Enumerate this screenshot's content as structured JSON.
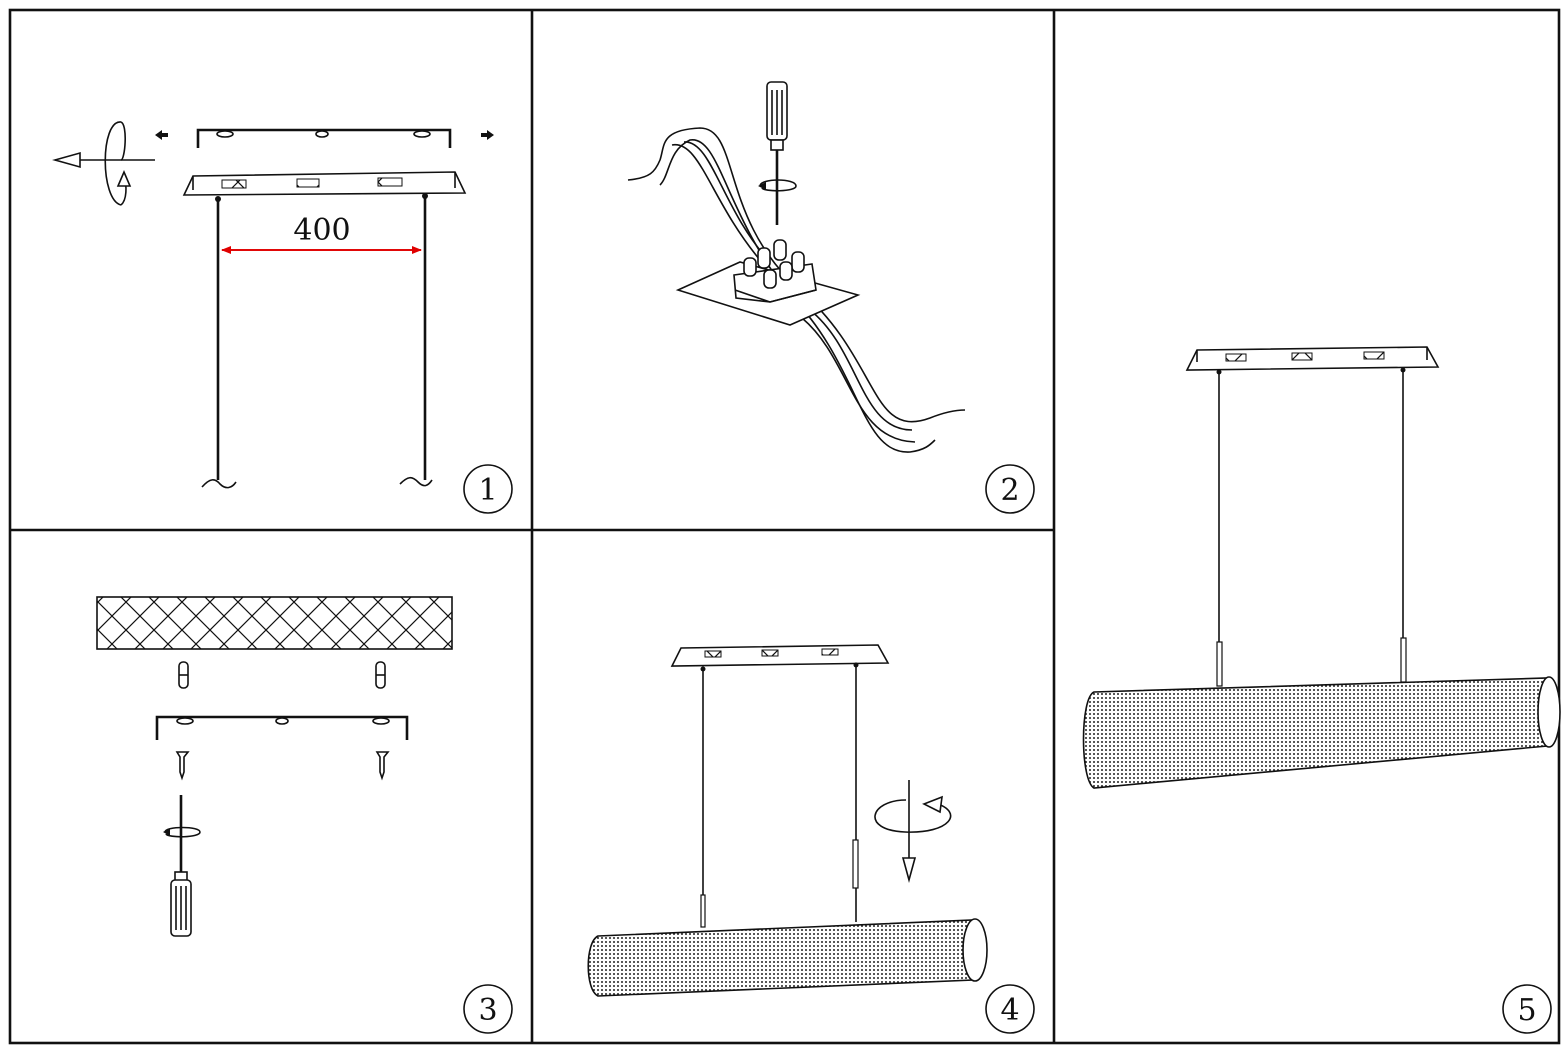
{
  "steps": [
    {
      "id": 1,
      "label": "1"
    },
    {
      "id": 2,
      "label": "2"
    },
    {
      "id": 3,
      "label": "3"
    },
    {
      "id": 4,
      "label": "4"
    },
    {
      "id": 5,
      "label": "5"
    }
  ],
  "dimension": {
    "label": "400",
    "color": "#e00000"
  },
  "colors": {
    "line": "#111111",
    "background": "#ffffff",
    "accent": "#e00000"
  },
  "icons": {
    "rotation": "rotate-arrow-icon",
    "screwdriver": "screwdriver-icon",
    "screw": "screw-icon",
    "anchor": "wall-anchor-icon"
  }
}
